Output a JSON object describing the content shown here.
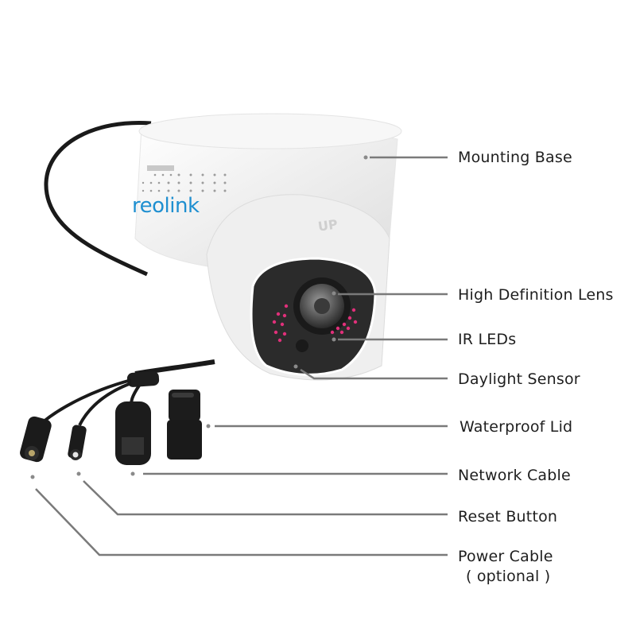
{
  "product": {
    "brand": "reolink",
    "orientation_mark": "UP"
  },
  "callouts": [
    {
      "id": "mounting-base",
      "label": "Mounting Base"
    },
    {
      "id": "hd-lens",
      "label": "High Definition Lens"
    },
    {
      "id": "ir-leds",
      "label": "IR LEDs"
    },
    {
      "id": "daylight-sensor",
      "label": "Daylight Sensor"
    },
    {
      "id": "waterproof-lid",
      "label": "Waterproof Lid"
    },
    {
      "id": "network-cable",
      "label": "Network Cable"
    },
    {
      "id": "reset-button",
      "label": "Reset Button"
    },
    {
      "id": "power-cable",
      "label": "Power Cable",
      "note": "( optional )"
    }
  ],
  "colors": {
    "leader_line": "#7a7a7a",
    "text": "#1e1e1e",
    "brand": "#1f8fd0",
    "ir_led": "#e0307a",
    "lens_housing": "#2b2b2b",
    "body": "#f2f2f2"
  }
}
